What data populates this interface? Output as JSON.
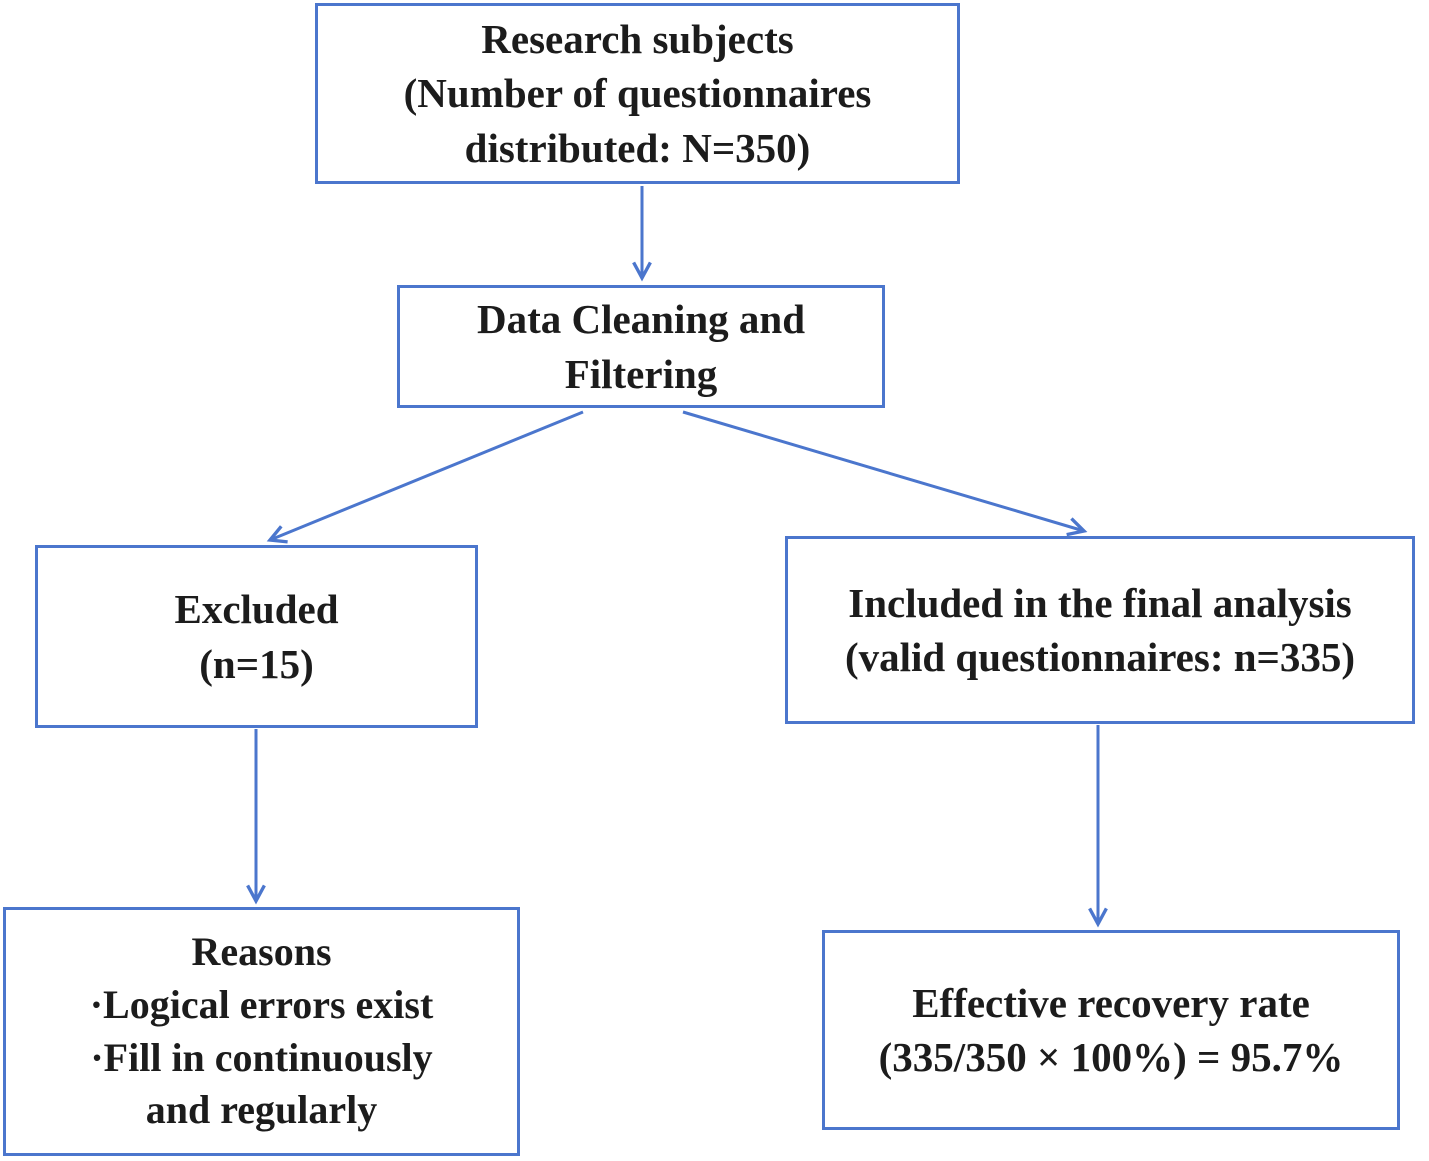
{
  "diagram": {
    "type": "flowchart",
    "colors": {
      "accent": "#4b76cd",
      "text": "#1c1c1c",
      "background": "#ffffff"
    },
    "nodes": {
      "research_subjects": {
        "lines": [
          "Research subjects",
          "(Number of questionnaires",
          "distributed: N=350)"
        ]
      },
      "data_cleaning": {
        "lines": [
          "Data Cleaning and",
          "Filtering"
        ]
      },
      "excluded": {
        "lines": [
          "Excluded",
          "(n=15)"
        ]
      },
      "included": {
        "lines": [
          "Included in the final analysis",
          "(valid questionnaires: n=335)"
        ]
      },
      "reasons": {
        "lines": [
          "Reasons",
          "·Logical errors exist",
          "·Fill in continuously",
          "and regularly"
        ]
      },
      "recovery_rate": {
        "lines": [
          "Effective recovery rate",
          "(335/350 × 100%) = 95.7%"
        ]
      }
    },
    "edges": [
      {
        "from": "research_subjects",
        "to": "data_cleaning"
      },
      {
        "from": "data_cleaning",
        "to": "excluded"
      },
      {
        "from": "data_cleaning",
        "to": "included"
      },
      {
        "from": "excluded",
        "to": "reasons"
      },
      {
        "from": "included",
        "to": "recovery_rate"
      }
    ],
    "values": {
      "questionnaires_distributed": 350,
      "excluded_n": 15,
      "valid_questionnaires_n": 335,
      "effective_recovery_rate_percent": 95.7
    }
  }
}
